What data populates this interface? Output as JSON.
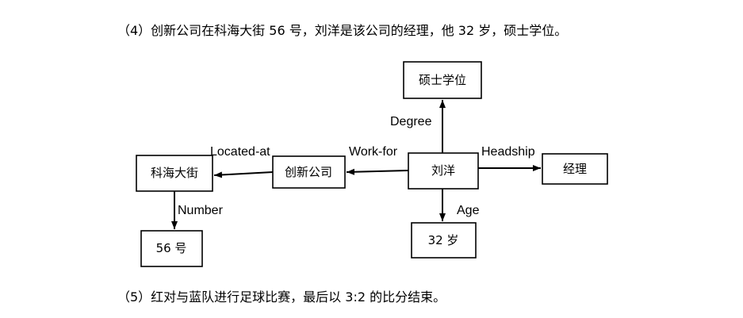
{
  "paragraphs": {
    "item4": "（4）创新公司在科海大街 56 号，刘洋是该公司的经理，他 32 岁，硕士学位。",
    "item5": "（5）红对与蓝队进行足球比赛，最后以 3:2 的比分结束。"
  },
  "diagram": {
    "nodes": {
      "liu_yang": "刘洋",
      "master_degree": "硕士学位",
      "manager": "经理",
      "chuangxin_company": "创新公司",
      "kehai_street": "科海大街",
      "no_56": "56 号",
      "age_32": "32 岁"
    },
    "edges": {
      "degree": "Degree",
      "headship": "Headship",
      "work_for": "Work-for",
      "located_at": "Located-at",
      "number": "Number",
      "age": "Age"
    }
  }
}
